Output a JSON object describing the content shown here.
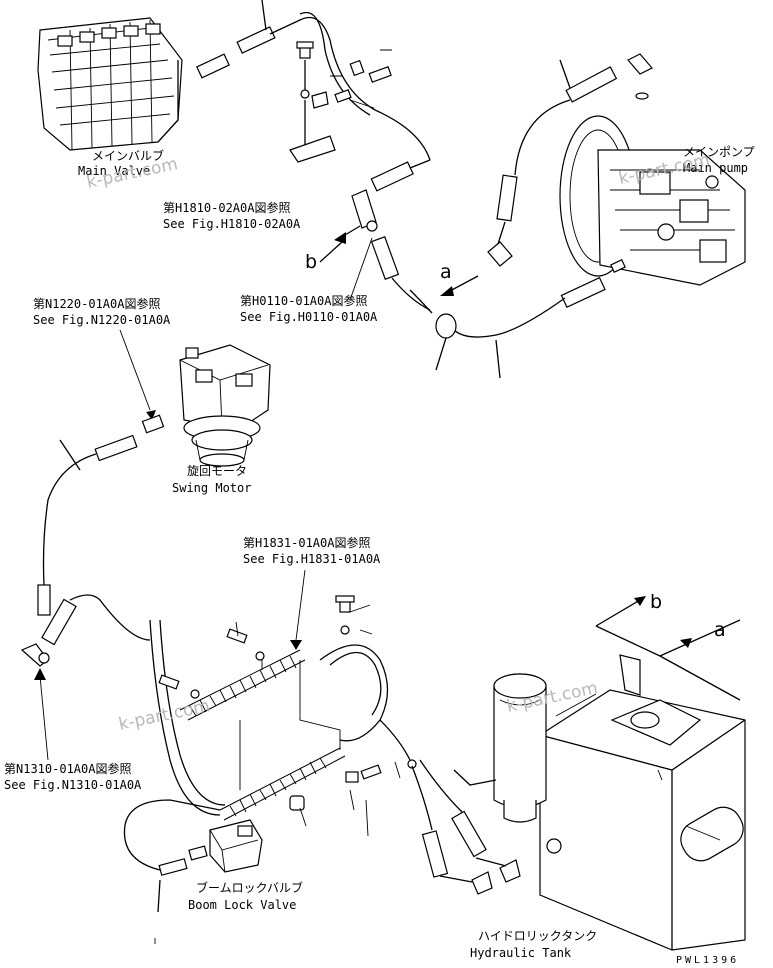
{
  "labels": {
    "main_valve_jp": "メインバルブ",
    "main_valve_en": "Main Valve",
    "main_pump_jp": "メインポンプ",
    "main_pump_en": "Main pump",
    "swing_motor_jp": "旋回モータ",
    "swing_motor_en": "Swing Motor",
    "boom_lock_jp": "ブームロックバルブ",
    "boom_lock_en": "Boom Lock Valve",
    "hyd_tank_jp": "ハイドロリックタンク",
    "hyd_tank_en": "Hydraulic Tank"
  },
  "refs": {
    "h1810_jp": "第H1810-02A0A図参照",
    "h1810_en": "See Fig.H1810-02A0A",
    "h0110_jp": "第H0110-01A0A図参照",
    "h0110_en": "See Fig.H0110-01A0A",
    "n1220_jp": "第N1220-01A0A図参照",
    "n1220_en": "See Fig.N1220-01A0A",
    "h1831_jp": "第H1831-01A0A図参照",
    "h1831_en": "See Fig.H1831-01A0A",
    "n1310_jp": "第N1310-01A0A図参照",
    "n1310_en": "See Fig.N1310-01A0A"
  },
  "markers": {
    "a": "a",
    "b": "b"
  },
  "watermarks": [
    "k-part.com",
    "k-part.com",
    "k-part.com",
    "k-part.com"
  ],
  "drawing_code": "PWL1396"
}
